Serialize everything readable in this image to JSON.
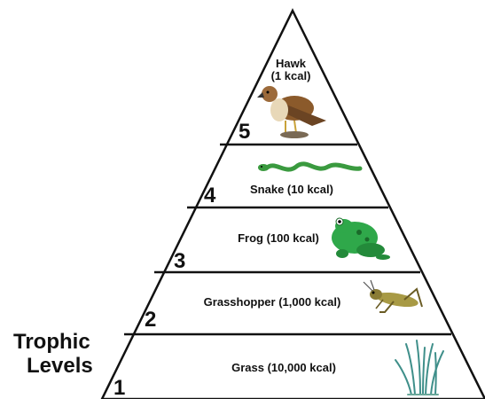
{
  "title_lines": [
    "Trophic",
    "Levels"
  ],
  "levels": [
    {
      "number": "1",
      "lines": [
        "Grass (10,000 kcal)"
      ],
      "organism_icon": "grass-icon",
      "icon_color": "#3f8f8a"
    },
    {
      "number": "2",
      "lines": [
        "Grasshopper (1,000 kcal)"
      ],
      "organism_icon": "grasshopper-icon",
      "icon_color": "#9a8a3a"
    },
    {
      "number": "3",
      "lines": [
        "Frog (100 kcal)"
      ],
      "organism_icon": "frog-icon",
      "icon_color": "#2fa84a"
    },
    {
      "number": "4",
      "lines": [
        "Snake (10 kcal)"
      ],
      "organism_icon": "snake-icon",
      "icon_color": "#4caf50"
    },
    {
      "number": "5",
      "lines": [
        "Hawk",
        "(1 kcal)"
      ],
      "organism_icon": "hawk-icon",
      "icon_color": "#8b5a2b"
    }
  ],
  "colors": {
    "outline": "#111111",
    "fill": "#ffffff"
  }
}
